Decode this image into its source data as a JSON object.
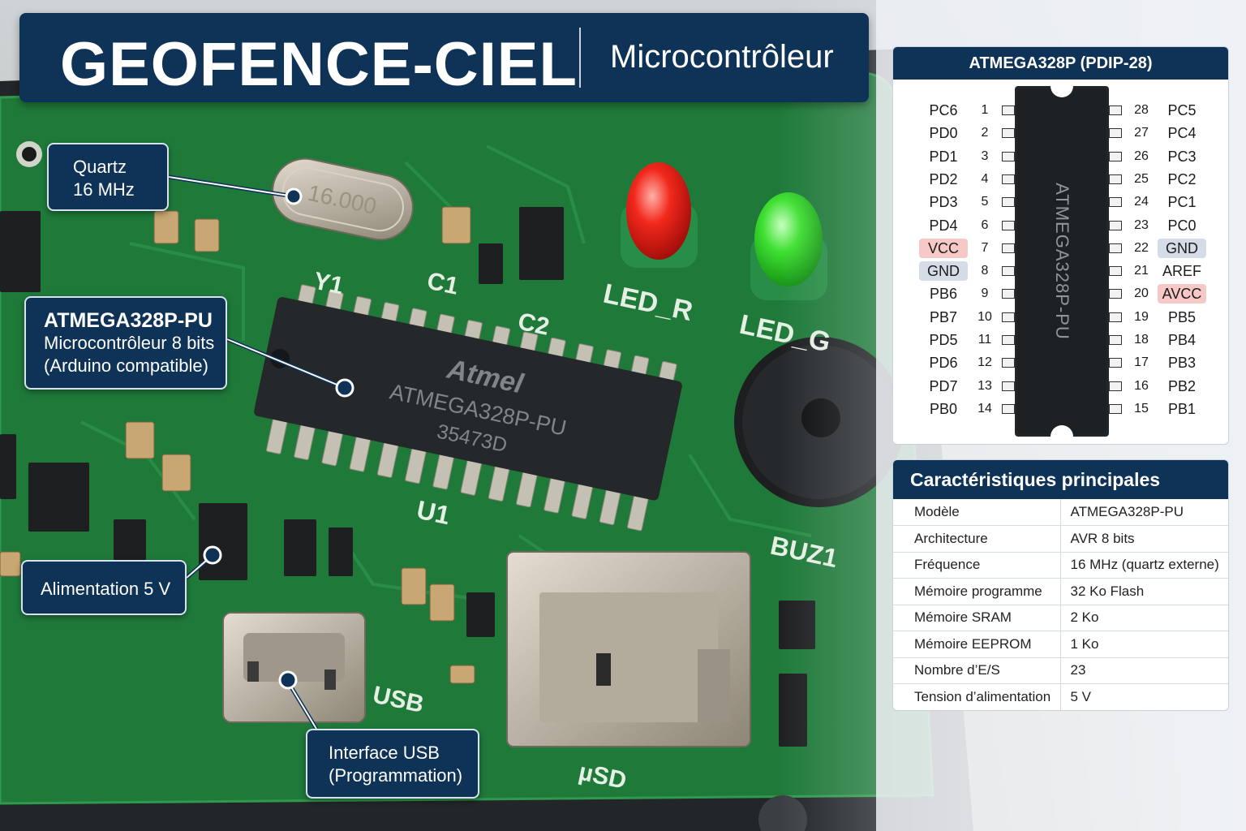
{
  "header": {
    "title": "GEOFENCE-CIEL",
    "subtitle": "Microcontrôleur"
  },
  "callouts": {
    "quartz": [
      "Quartz",
      "16 MHz"
    ],
    "mcu": {
      "title": "ATMEGA328P-PU",
      "line1": "Microcontrôleur 8 bits",
      "line2": "(Arduino compatible)"
    },
    "power": "Alimentation 5 V",
    "usb": [
      "Interface USB",
      "(Programmation)"
    ]
  },
  "board": {
    "crystal": "16.000",
    "chip_brand": "Atmel",
    "chip_model": "ATMEGA328P-PU",
    "chip_code": "35473D",
    "labels": {
      "y1": "Y1",
      "c1": "C1",
      "c2": "C2",
      "led_r": "LED_R",
      "led_g": "LED_G",
      "u1": "U1",
      "buz1": "BUZ1",
      "usb": "USB",
      "usd": "µSD"
    }
  },
  "pinout": {
    "title": "ATMEGA328P (PDIP-28)",
    "chip_label": "ATMEGA328P-PU",
    "left": [
      {
        "n": "1",
        "name": "PC6"
      },
      {
        "n": "2",
        "name": "PD0"
      },
      {
        "n": "3",
        "name": "PD1"
      },
      {
        "n": "4",
        "name": "PD2"
      },
      {
        "n": "5",
        "name": "PD3"
      },
      {
        "n": "6",
        "name": "PD4"
      },
      {
        "n": "7",
        "name": "VCC",
        "hl": "red"
      },
      {
        "n": "8",
        "name": "GND",
        "hl": "blue"
      },
      {
        "n": "9",
        "name": "PB6"
      },
      {
        "n": "10",
        "name": "PB7"
      },
      {
        "n": "11",
        "name": "PD5"
      },
      {
        "n": "12",
        "name": "PD6"
      },
      {
        "n": "13",
        "name": "PD7"
      },
      {
        "n": "14",
        "name": "PB0"
      }
    ],
    "right": [
      {
        "n": "28",
        "name": "PC5"
      },
      {
        "n": "27",
        "name": "PC4"
      },
      {
        "n": "26",
        "name": "PC3"
      },
      {
        "n": "25",
        "name": "PC2"
      },
      {
        "n": "24",
        "name": "PC1"
      },
      {
        "n": "23",
        "name": "PC0"
      },
      {
        "n": "22",
        "name": "GND",
        "hl": "blue"
      },
      {
        "n": "21",
        "name": "AREF"
      },
      {
        "n": "20",
        "name": "AVCC",
        "hl": "red"
      },
      {
        "n": "19",
        "name": "PB5"
      },
      {
        "n": "18",
        "name": "PB4"
      },
      {
        "n": "17",
        "name": "PB3"
      },
      {
        "n": "16",
        "name": "PB2"
      },
      {
        "n": "15",
        "name": "PB1"
      }
    ]
  },
  "specs": {
    "title": "Caractéristiques principales",
    "rows": [
      [
        "Modèle",
        "ATMEGA328P-PU"
      ],
      [
        "Architecture",
        "AVR 8 bits"
      ],
      [
        "Fréquence",
        "16 MHz (quartz externe)"
      ],
      [
        "Mémoire programme",
        "32 Ko Flash"
      ],
      [
        "Mémoire SRAM",
        "2 Ko"
      ],
      [
        "Mémoire EEPROM",
        "1 Ko"
      ],
      [
        "Nombre d’E/S",
        "23"
      ],
      [
        "Tension d’alimentation",
        "5 V"
      ]
    ]
  },
  "colors": {
    "navy": "#0f3257",
    "pcb": "#1f7a3a",
    "vcc_highlight": "#f7c9c6",
    "gnd_highlight": "#d4dde7"
  }
}
